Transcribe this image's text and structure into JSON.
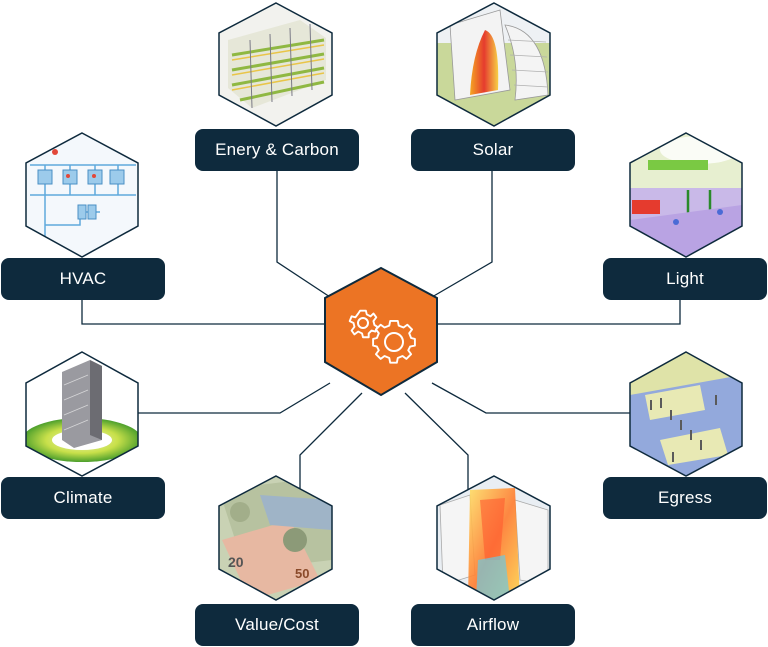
{
  "center": {
    "name": "gears-icon",
    "color": "#ec7424",
    "stroke": "#0e2a3d"
  },
  "colors": {
    "label_bg": "#0e2a3d",
    "label_text": "#ffffff",
    "connector": "#0e2a3d",
    "hex_border": "#0e2a3d"
  },
  "nodes": [
    {
      "id": "energy-carbon",
      "label": "Enery & Carbon",
      "image": "energy-building-model"
    },
    {
      "id": "solar",
      "label": "Solar",
      "image": "solar-analysis-model"
    },
    {
      "id": "hvac",
      "label": "HVAC",
      "image": "hvac-schematic"
    },
    {
      "id": "light",
      "label": "Light",
      "image": "interior-light-render"
    },
    {
      "id": "climate",
      "label": "Climate",
      "image": "tower-wind-rose"
    },
    {
      "id": "egress",
      "label": "Egress",
      "image": "crowd-egress-simulation"
    },
    {
      "id": "value-cost",
      "label": "Value/Cost",
      "image": "banknotes"
    },
    {
      "id": "airflow",
      "label": "Airflow",
      "image": "airflow-simulation"
    }
  ]
}
